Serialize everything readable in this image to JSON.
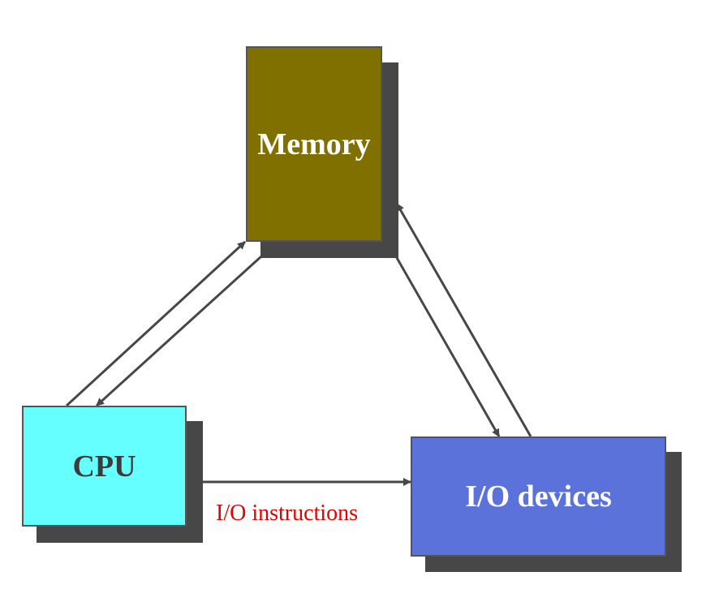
{
  "diagram": {
    "nodes": [
      {
        "id": "memory",
        "label": "Memory",
        "color": "#7f7000"
      },
      {
        "id": "cpu",
        "label": "CPU",
        "color": "#66ffff"
      },
      {
        "id": "io",
        "label": "I/O devices",
        "color": "#5a72d9"
      }
    ],
    "edges": [
      {
        "from": "cpu",
        "to": "memory"
      },
      {
        "from": "memory",
        "to": "cpu"
      },
      {
        "from": "memory",
        "to": "io"
      },
      {
        "from": "io",
        "to": "memory"
      },
      {
        "from": "cpu",
        "to": "io",
        "label": "I/O instructions"
      }
    ],
    "edge_label": "I/O instructions",
    "edge_label_color": "#e60000",
    "shadow_color": "#474747",
    "arrow_color": "#474747"
  }
}
